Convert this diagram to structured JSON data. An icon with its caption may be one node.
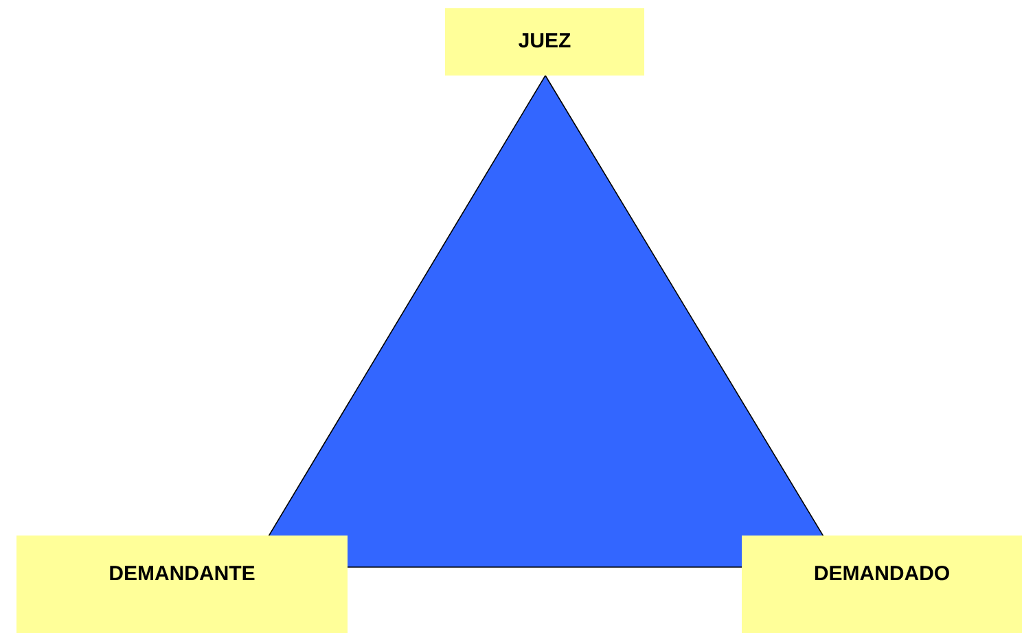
{
  "diagram": {
    "nodes": [
      {
        "text": [
          "JUEZ"
        ]
      },
      {
        "text": [
          "DEMANDANTE"
        ]
      },
      {
        "text": [
          "DEMANDADO"
        ]
      }
    ]
  }
}
